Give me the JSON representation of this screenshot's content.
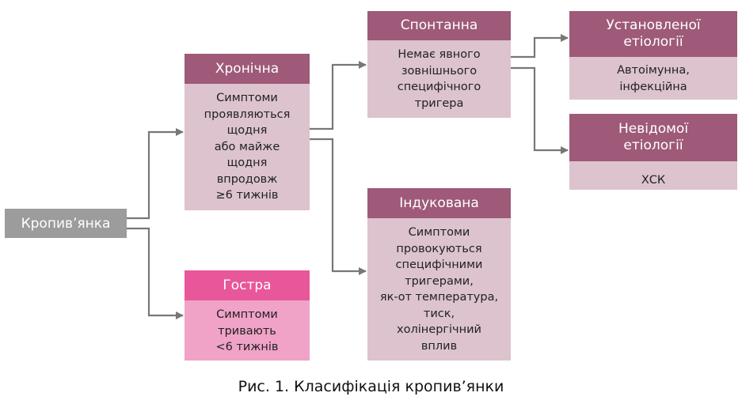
{
  "colors": {
    "dark_header": "#9e5a78",
    "light_body": "#dcc3ce",
    "acute_header": "#e8579a",
    "acute_body": "#f0a3c6",
    "root": "#9c9c9c",
    "arrow": "#777777"
  },
  "root": {
    "label": "Кропив’янка"
  },
  "chronic": {
    "title": "Хронічна",
    "lines": [
      "Симптоми",
      "проявляються",
      "щодня",
      "або майже",
      "щодня",
      "впродовж",
      "≥6 тижнів"
    ]
  },
  "acute": {
    "title": "Гостра",
    "lines": [
      "Симптоми",
      "тривають",
      "<6 тижнів"
    ]
  },
  "spontaneous": {
    "title": "Спонтанна",
    "lines": [
      "Немає явного",
      "зовнішнього",
      "специфічного",
      "тригера"
    ]
  },
  "induced": {
    "title": "Індукована",
    "lines": [
      "Симптоми",
      "провокуються",
      "специфічними",
      "тригерами,",
      "як-от температура,",
      "тиск,",
      "холінергічний",
      "вплив"
    ]
  },
  "known": {
    "title_lines": [
      "Установленої",
      "етіології"
    ],
    "lines": [
      "Автоімунна,",
      "інфекційна"
    ]
  },
  "unknown": {
    "title_lines": [
      "Невідомої",
      "етіології"
    ],
    "lines": [
      "ХСК"
    ]
  },
  "caption": "Рис. 1. Класифікація кропив’янки"
}
